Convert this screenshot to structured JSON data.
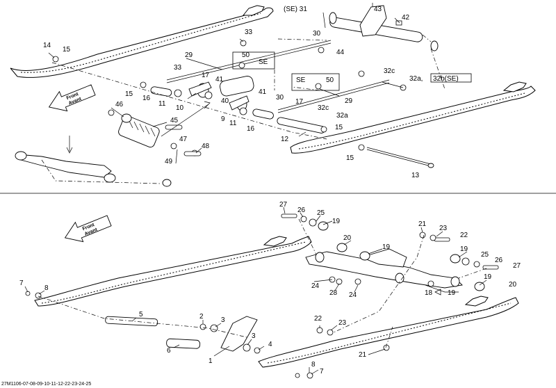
{
  "labels_top": [
    {
      "id": "31",
      "text": "(SE) 31"
    },
    {
      "id": "43",
      "text": "43"
    },
    {
      "id": "42",
      "text": "42"
    },
    {
      "id": "30a",
      "text": "30"
    },
    {
      "id": "33a",
      "text": "33"
    },
    {
      "id": "14",
      "text": "14"
    },
    {
      "id": "15a",
      "text": "15"
    },
    {
      "id": "44",
      "text": "44"
    },
    {
      "id": "29a",
      "text": "29"
    },
    {
      "id": "50a",
      "text": "50"
    },
    {
      "id": "33b",
      "text": "33"
    },
    {
      "id": "32c_a",
      "text": "32c"
    },
    {
      "id": "32a_32b",
      "text": "32a,"
    },
    {
      "id": "17a",
      "text": "17"
    },
    {
      "id": "41a",
      "text": "41"
    },
    {
      "id": "50b",
      "text": "50"
    },
    {
      "id": "15b",
      "text": "15"
    },
    {
      "id": "16a",
      "text": "16"
    },
    {
      "id": "11a",
      "text": "11"
    },
    {
      "id": "10",
      "text": "10"
    },
    {
      "id": "40",
      "text": "40"
    },
    {
      "id": "41b",
      "text": "41"
    },
    {
      "id": "29b",
      "text": "29"
    },
    {
      "id": "30b",
      "text": "30"
    },
    {
      "id": "17b",
      "text": "17"
    },
    {
      "id": "32c_b",
      "text": "32c"
    },
    {
      "id": "46",
      "text": "46"
    },
    {
      "id": "9",
      "text": "9"
    },
    {
      "id": "11b",
      "text": "11"
    },
    {
      "id": "16b",
      "text": "16"
    },
    {
      "id": "32a",
      "text": "32a"
    },
    {
      "id": "15c",
      "text": "15"
    },
    {
      "id": "45",
      "text": "45"
    },
    {
      "id": "12",
      "text": "12"
    },
    {
      "id": "47",
      "text": "47"
    },
    {
      "id": "48",
      "text": "48"
    },
    {
      "id": "49",
      "text": "49"
    },
    {
      "id": "15d",
      "text": "15"
    },
    {
      "id": "13",
      "text": "13"
    }
  ],
  "se_boxes": [
    {
      "id": "se1",
      "text": "SE"
    },
    {
      "id": "se2",
      "text": "SE"
    }
  ],
  "boxed_label": {
    "text": "32b(SE)"
  },
  "labels_bottom": [
    {
      "id": "27a",
      "text": "27"
    },
    {
      "id": "26a",
      "text": "26"
    },
    {
      "id": "25a",
      "text": "25"
    },
    {
      "id": "19a",
      "text": "19"
    },
    {
      "id": "21a",
      "text": "21"
    },
    {
      "id": "23a",
      "text": "23"
    },
    {
      "id": "22a",
      "text": "22"
    },
    {
      "id": "20a",
      "text": "20"
    },
    {
      "id": "19b",
      "text": "19"
    },
    {
      "id": "19c",
      "text": "19"
    },
    {
      "id": "25b",
      "text": "25"
    },
    {
      "id": "26b",
      "text": "26"
    },
    {
      "id": "27b",
      "text": "27"
    },
    {
      "id": "24a",
      "text": "24"
    },
    {
      "id": "28",
      "text": "28"
    },
    {
      "id": "24b",
      "text": "24"
    },
    {
      "id": "19d",
      "text": "19"
    },
    {
      "id": "20b",
      "text": "20"
    },
    {
      "id": "18_19",
      "text": "18"
    },
    {
      "id": "19e",
      "text": "19"
    },
    {
      "id": "7a",
      "text": "7"
    },
    {
      "id": "8a",
      "text": "8"
    },
    {
      "id": "5",
      "text": "5"
    },
    {
      "id": "2",
      "text": "2"
    },
    {
      "id": "3a",
      "text": "3"
    },
    {
      "id": "22b",
      "text": "22"
    },
    {
      "id": "23b",
      "text": "23"
    },
    {
      "id": "6",
      "text": "6"
    },
    {
      "id": "3b",
      "text": "3"
    },
    {
      "id": "4",
      "text": "4"
    },
    {
      "id": "1",
      "text": "1"
    },
    {
      "id": "21b",
      "text": "21"
    },
    {
      "id": "8b",
      "text": "8"
    },
    {
      "id": "7b",
      "text": "7"
    }
  ],
  "front_arrow": {
    "line1": "Front",
    "line2": "Avant"
  },
  "footer": "27M1106-07-08-09-10-11-12-22-23-24-25",
  "icons": [
    "front-direction-arrow-icon"
  ]
}
